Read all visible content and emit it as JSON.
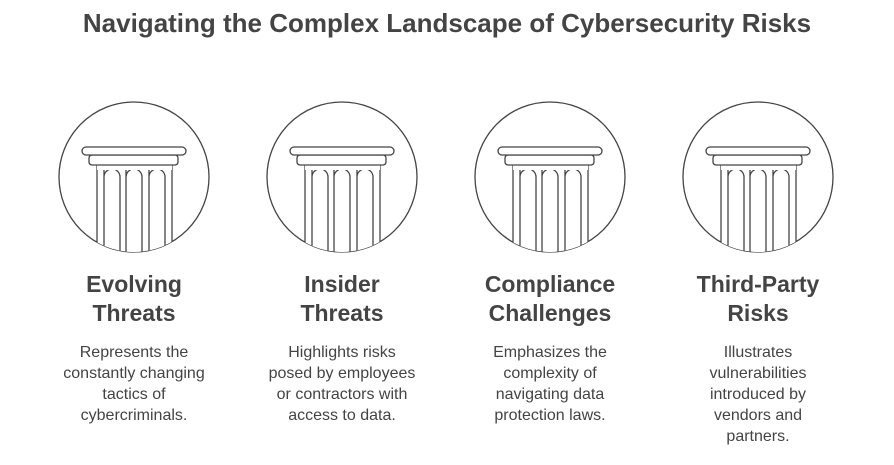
{
  "title": "Navigating the Complex Landscape of Cybersecurity Risks",
  "colors": {
    "text": "#444444",
    "stroke": "#444444"
  },
  "items": [
    {
      "icon": "pillar-icon",
      "title": "Evolving\nThreats",
      "description": "Represents the\nconstantly changing\ntactics of\ncybercriminals."
    },
    {
      "icon": "pillar-icon",
      "title": "Insider\nThreats",
      "description": "Highlights risks\nposed by employees\nor contractors with\naccess to data."
    },
    {
      "icon": "pillar-icon",
      "title": "Compliance\nChallenges",
      "description": "Emphasizes the\ncomplexity of\nnavigating data\nprotection laws."
    },
    {
      "icon": "pillar-icon",
      "title": "Third-Party\nRisks",
      "description": "Illustrates\nvulnerabilities\nintroduced by\nvendors and\npartners."
    }
  ]
}
